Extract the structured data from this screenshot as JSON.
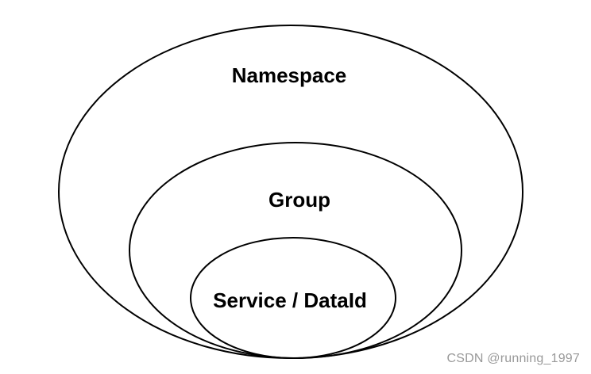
{
  "diagram": {
    "levels": [
      {
        "label": "Namespace"
      },
      {
        "label": "Group"
      },
      {
        "label": "Service / DataId"
      }
    ]
  },
  "watermark": {
    "text": "CSDN @running_1997"
  },
  "colors": {
    "stroke": "#000000",
    "background": "#ffffff",
    "watermark": "#999999"
  }
}
